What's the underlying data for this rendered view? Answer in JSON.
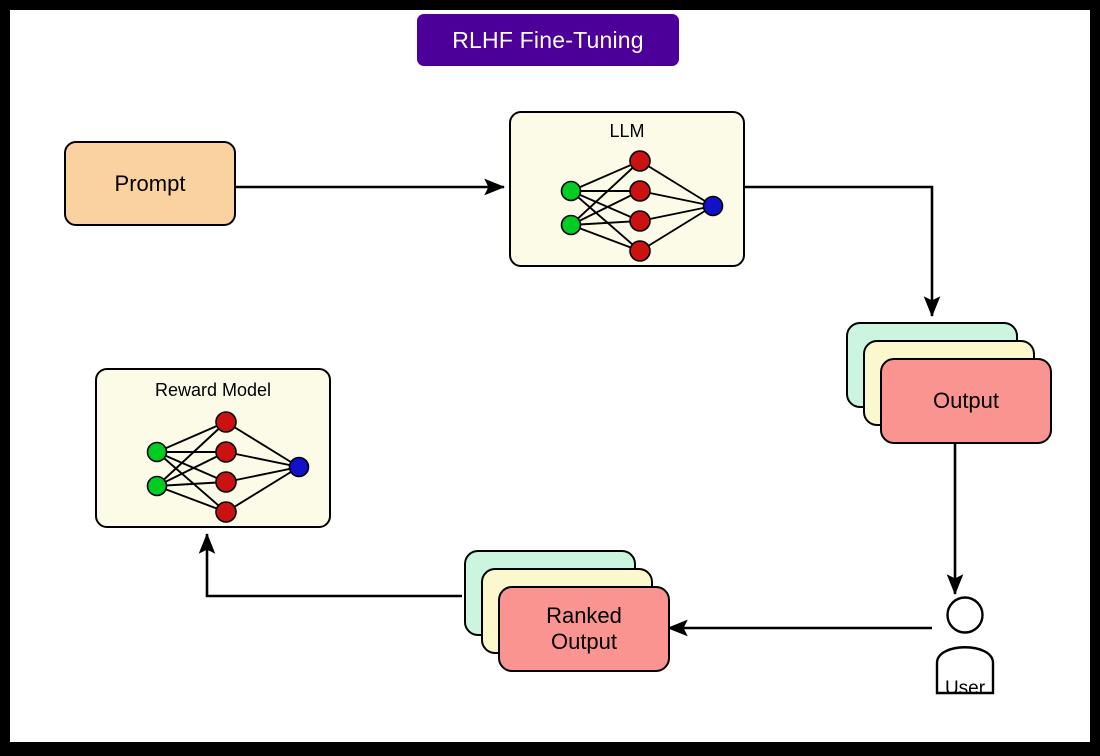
{
  "diagram": {
    "title": "RLHF Fine-Tuning",
    "title_badge_color": "#4D0099",
    "title_text_color": "#FFFFFF",
    "canvas_background": "#FFFFFF",
    "frame_color": "#000000"
  },
  "nodes": {
    "prompt": {
      "label": "Prompt",
      "fill": "#FAD2A0",
      "stroke": "#000000"
    },
    "llm": {
      "label": "LLM",
      "fill": "#FCFBE8",
      "stroke": "#000000"
    },
    "reward_model": {
      "label": "Reward Model",
      "fill": "#FCFBE8",
      "stroke": "#000000"
    },
    "output_stack": {
      "label": "Output",
      "card_count": 3,
      "card_fills": [
        "#CCF5DF",
        "#FAF8CC",
        "#FA9491"
      ],
      "stroke": "#000000"
    },
    "ranked_output_stack": {
      "label": "Ranked\nOutput",
      "label_line1": "Ranked",
      "label_line2": "Output",
      "card_count": 3,
      "card_fills": [
        "#CCF5DF",
        "#FAF8CC",
        "#FA9491"
      ],
      "stroke": "#000000"
    },
    "user": {
      "label": "User",
      "stroke": "#000000",
      "fill": "#FFFFFF"
    }
  },
  "neural_network": {
    "input_node_color": "#00CC22",
    "hidden_node_color": "#CC1111",
    "output_node_color": "#1111CC",
    "edge_color": "#000000",
    "node_stroke": "#000000",
    "input_count": 2,
    "hidden_count": 4,
    "output_count": 1
  },
  "edges": [
    {
      "name": "prompt-to-llm",
      "from": "prompt",
      "to": "llm",
      "style": "straight-right"
    },
    {
      "name": "llm-to-output",
      "from": "llm",
      "to": "output_stack",
      "style": "elbow-right-down"
    },
    {
      "name": "output-to-user",
      "from": "output_stack",
      "to": "user",
      "style": "straight-down"
    },
    {
      "name": "user-to-ranked-output",
      "from": "user",
      "to": "ranked_output_stack",
      "style": "straight-left"
    },
    {
      "name": "ranked-output-to-reward-model",
      "from": "ranked_output_stack",
      "to": "reward_model",
      "style": "elbow-left-up"
    }
  ]
}
